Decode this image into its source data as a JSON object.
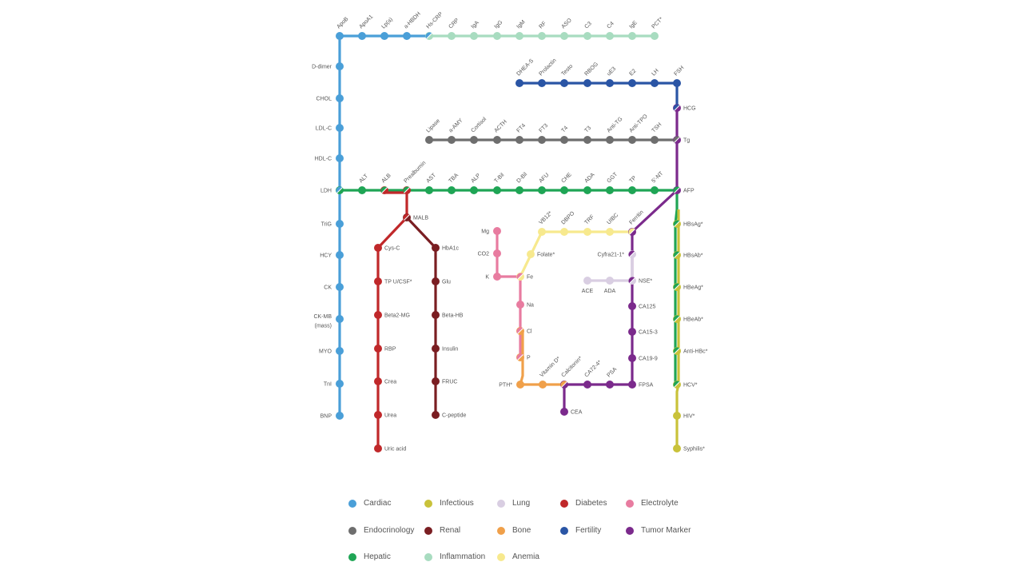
{
  "colors": {
    "cardiac": "#4A9FD8",
    "infectious": "#C9C23A",
    "lung": "#D9CEE2",
    "diabetes": "#C0282A",
    "electrolyte": "#E87CA0",
    "endocrinology": "#6E6E6E",
    "renal": "#7A1E22",
    "bone": "#F0A04A",
    "fertility": "#2A55A5",
    "tumor": "#7B2A8C",
    "hepatic": "#1FA555",
    "inflammation": "#A8DCC0",
    "anemia": "#F7E98E"
  },
  "legend": [
    {
      "key": "cardiac",
      "label": "Cardiac"
    },
    {
      "key": "infectious",
      "label": "Infectious"
    },
    {
      "key": "lung",
      "label": "Lung"
    },
    {
      "key": "diabetes",
      "label": "Diabetes"
    },
    {
      "key": "electrolyte",
      "label": "Electrolyte"
    },
    {
      "key": "endocrinology",
      "label": "Endocrinology"
    },
    {
      "key": "renal",
      "label": "Renal"
    },
    {
      "key": "bone",
      "label": "Bone"
    },
    {
      "key": "fertility",
      "label": "Fertility"
    },
    {
      "key": "tumor",
      "label": "Tumor Marker"
    },
    {
      "key": "hepatic",
      "label": "Hepatic"
    },
    {
      "key": "inflammation",
      "label": "Inflammation"
    },
    {
      "key": "anemia",
      "label": "Anemia"
    }
  ],
  "stations": [
    {
      "label": "ApoB",
      "lines": [
        "cardiac"
      ]
    },
    {
      "label": "ApoA1",
      "lines": [
        "cardiac"
      ]
    },
    {
      "label": "Lp(a)",
      "lines": [
        "cardiac"
      ]
    },
    {
      "label": "a-HBDH",
      "lines": [
        "cardiac"
      ]
    },
    {
      "label": "Hs-CRP",
      "lines": [
        "cardiac",
        "inflammation"
      ]
    },
    {
      "label": "CRP",
      "lines": [
        "inflammation"
      ]
    },
    {
      "label": "IgA",
      "lines": [
        "inflammation"
      ]
    },
    {
      "label": "IgG",
      "lines": [
        "inflammation"
      ]
    },
    {
      "label": "IgM",
      "lines": [
        "inflammation"
      ]
    },
    {
      "label": "RF",
      "lines": [
        "inflammation"
      ]
    },
    {
      "label": "ASO",
      "lines": [
        "inflammation"
      ]
    },
    {
      "label": "C3",
      "lines": [
        "inflammation"
      ]
    },
    {
      "label": "C4",
      "lines": [
        "inflammation"
      ]
    },
    {
      "label": "IgE",
      "lines": [
        "inflammation"
      ]
    },
    {
      "label": "PCT*",
      "lines": [
        "inflammation"
      ]
    },
    {
      "label": "D-dimer",
      "lines": [
        "cardiac"
      ]
    },
    {
      "label": "CHOL",
      "lines": [
        "cardiac"
      ]
    },
    {
      "label": "LDL-C",
      "lines": [
        "cardiac"
      ]
    },
    {
      "label": "HDL-C",
      "lines": [
        "cardiac"
      ]
    },
    {
      "label": "LDH",
      "lines": [
        "cardiac",
        "hepatic"
      ]
    },
    {
      "label": "TriG",
      "lines": [
        "cardiac"
      ]
    },
    {
      "label": "HCY",
      "lines": [
        "cardiac"
      ]
    },
    {
      "label": "CK",
      "lines": [
        "cardiac"
      ]
    },
    {
      "label": "CK-MB",
      "label2": "(mass)",
      "lines": [
        "cardiac"
      ]
    },
    {
      "label": "MYO",
      "lines": [
        "cardiac"
      ]
    },
    {
      "label": "TnI",
      "lines": [
        "cardiac"
      ]
    },
    {
      "label": "BNP",
      "lines": [
        "cardiac"
      ]
    },
    {
      "label": "DHEA-S",
      "lines": [
        "fertility"
      ]
    },
    {
      "label": "Prolactin",
      "lines": [
        "fertility"
      ]
    },
    {
      "label": "Testo",
      "lines": [
        "fertility"
      ]
    },
    {
      "label": "RBOG",
      "lines": [
        "fertility"
      ]
    },
    {
      "label": "uE3",
      "lines": [
        "fertility"
      ]
    },
    {
      "label": "E2",
      "lines": [
        "fertility"
      ]
    },
    {
      "label": "LH",
      "lines": [
        "fertility"
      ]
    },
    {
      "label": "FSH",
      "lines": [
        "fertility"
      ]
    },
    {
      "label": "HCG",
      "lines": [
        "fertility",
        "tumor"
      ]
    },
    {
      "label": "Lipase",
      "lines": [
        "endocrinology"
      ]
    },
    {
      "label": "a-AMY",
      "lines": [
        "endocrinology"
      ]
    },
    {
      "label": "Cortisol",
      "lines": [
        "endocrinology"
      ]
    },
    {
      "label": "ACTH",
      "lines": [
        "endocrinology"
      ]
    },
    {
      "label": "FT4",
      "lines": [
        "endocrinology"
      ]
    },
    {
      "label": "FT3",
      "lines": [
        "endocrinology"
      ]
    },
    {
      "label": "T4",
      "lines": [
        "endocrinology"
      ]
    },
    {
      "label": "T3",
      "lines": [
        "endocrinology"
      ]
    },
    {
      "label": "Anti-TG",
      "lines": [
        "endocrinology"
      ]
    },
    {
      "label": "Anti-TPO",
      "lines": [
        "endocrinology"
      ]
    },
    {
      "label": "TSH",
      "lines": [
        "endocrinology"
      ]
    },
    {
      "label": "Tg",
      "lines": [
        "endocrinology",
        "tumor"
      ]
    },
    {
      "label": "ALT",
      "lines": [
        "hepatic"
      ]
    },
    {
      "label": "ALB",
      "lines": [
        "hepatic",
        "diabetes"
      ]
    },
    {
      "label": "Prealbumin",
      "lines": [
        "hepatic",
        "diabetes"
      ]
    },
    {
      "label": "AST",
      "lines": [
        "hepatic"
      ]
    },
    {
      "label": "TBA",
      "lines": [
        "hepatic"
      ]
    },
    {
      "label": "ALP",
      "lines": [
        "hepatic"
      ]
    },
    {
      "label": "T-Bil",
      "lines": [
        "hepatic"
      ]
    },
    {
      "label": "D-Bil",
      "lines": [
        "hepatic"
      ]
    },
    {
      "label": "AFU",
      "lines": [
        "hepatic"
      ]
    },
    {
      "label": "CHE",
      "lines": [
        "hepatic"
      ]
    },
    {
      "label": "ADA",
      "lines": [
        "hepatic"
      ]
    },
    {
      "label": "GGT",
      "lines": [
        "hepatic"
      ]
    },
    {
      "label": "TP",
      "lines": [
        "hepatic"
      ]
    },
    {
      "label": "5'-NT",
      "lines": [
        "hepatic"
      ]
    },
    {
      "label": "AFP",
      "lines": [
        "hepatic",
        "tumor"
      ]
    },
    {
      "label": "HBsAg*",
      "lines": [
        "hepatic",
        "infectious"
      ]
    },
    {
      "label": "HBsAb*",
      "lines": [
        "hepatic",
        "infectious"
      ]
    },
    {
      "label": "HBeAg*",
      "lines": [
        "hepatic",
        "infectious"
      ]
    },
    {
      "label": "HBeAb*",
      "lines": [
        "hepatic",
        "infectious"
      ]
    },
    {
      "label": "Anti-HBc*",
      "lines": [
        "hepatic",
        "infectious"
      ]
    },
    {
      "label": "HCV*",
      "lines": [
        "hepatic",
        "infectious"
      ]
    },
    {
      "label": "HIV*",
      "lines": [
        "infectious"
      ]
    },
    {
      "label": "Syphilis*",
      "lines": [
        "infectious"
      ]
    },
    {
      "label": "MALB",
      "lines": [
        "diabetes",
        "renal"
      ]
    },
    {
      "label": "Cys-C",
      "lines": [
        "diabetes"
      ]
    },
    {
      "label": "TP U/CSF*",
      "lines": [
        "diabetes"
      ]
    },
    {
      "label": "Beta2-MG",
      "lines": [
        "diabetes"
      ]
    },
    {
      "label": "RBP",
      "lines": [
        "diabetes"
      ]
    },
    {
      "label": "Crea",
      "lines": [
        "diabetes"
      ]
    },
    {
      "label": "Urea",
      "lines": [
        "diabetes"
      ]
    },
    {
      "label": "Uric acid",
      "lines": [
        "diabetes"
      ]
    },
    {
      "label": "HbA1c",
      "lines": [
        "renal"
      ]
    },
    {
      "label": "Glu",
      "lines": [
        "renal"
      ]
    },
    {
      "label": "Beta-HB",
      "lines": [
        "renal"
      ]
    },
    {
      "label": "Insulin",
      "lines": [
        "renal"
      ]
    },
    {
      "label": "FRUC",
      "lines": [
        "renal"
      ]
    },
    {
      "label": "C-peptide",
      "lines": [
        "renal"
      ]
    },
    {
      "label": "Mg",
      "lines": [
        "electrolyte"
      ]
    },
    {
      "label": "CO2",
      "lines": [
        "electrolyte"
      ]
    },
    {
      "label": "K",
      "lines": [
        "electrolyte"
      ]
    },
    {
      "label": "Fe",
      "lines": [
        "electrolyte",
        "anemia"
      ]
    },
    {
      "label": "Na",
      "lines": [
        "electrolyte"
      ]
    },
    {
      "label": "Cl",
      "lines": [
        "electrolyte",
        "bone"
      ]
    },
    {
      "label": "P",
      "lines": [
        "electrolyte",
        "bone"
      ]
    },
    {
      "label": "PTH*",
      "lines": [
        "bone"
      ]
    },
    {
      "label": "Vitamin D*",
      "lines": [
        "bone"
      ]
    },
    {
      "label": "Calcitonin*",
      "lines": [
        "bone",
        "tumor"
      ]
    },
    {
      "label": "CEA",
      "lines": [
        "tumor"
      ]
    },
    {
      "label": "CA72-4*",
      "lines": [
        "tumor"
      ]
    },
    {
      "label": "PSA",
      "lines": [
        "tumor"
      ]
    },
    {
      "label": "FPSA",
      "lines": [
        "tumor"
      ]
    },
    {
      "label": "CA19-9",
      "lines": [
        "tumor"
      ]
    },
    {
      "label": "CA15-3",
      "lines": [
        "tumor"
      ]
    },
    {
      "label": "CA125",
      "lines": [
        "tumor"
      ]
    },
    {
      "label": "NSE*",
      "lines": [
        "tumor",
        "lung"
      ]
    },
    {
      "label": "Cyfra21-1*",
      "lines": [
        "tumor",
        "lung"
      ]
    },
    {
      "label": "Ferritin",
      "lines": [
        "anemia",
        "tumor"
      ]
    },
    {
      "label": "Folate*",
      "lines": [
        "anemia"
      ]
    },
    {
      "label": "VB12*",
      "lines": [
        "anemia"
      ]
    },
    {
      "label": "DBPO",
      "lines": [
        "anemia"
      ]
    },
    {
      "label": "TRF",
      "lines": [
        "anemia"
      ]
    },
    {
      "label": "UIBC",
      "lines": [
        "anemia"
      ]
    },
    {
      "label": "ACE",
      "lines": [
        "lung"
      ]
    },
    {
      "label": "ADA",
      "lines": [
        "lung"
      ]
    }
  ]
}
